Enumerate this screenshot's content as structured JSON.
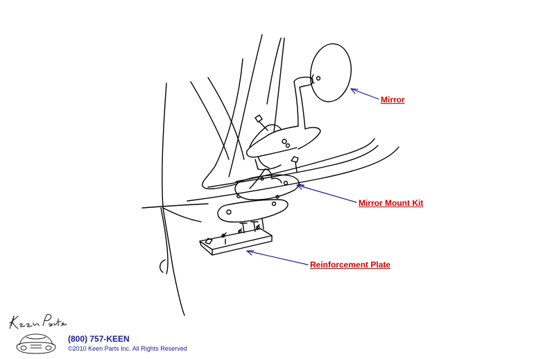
{
  "callouts": {
    "mirror": "Mirror",
    "mirror_mount_kit": "Mirror Mount Kit",
    "reinforcement_plate": "Reinforcement Plate"
  },
  "footer": {
    "brand": "Keen Parts",
    "phone": "(800) 757-KEEN",
    "copyright": "©2010 Keen Parts Inc. All Rights Reserved"
  },
  "colors": {
    "callout_text": "#cc0000",
    "arrow": "#1a1a99",
    "footer_text": "#1a1a99",
    "line_art": "#000000"
  }
}
